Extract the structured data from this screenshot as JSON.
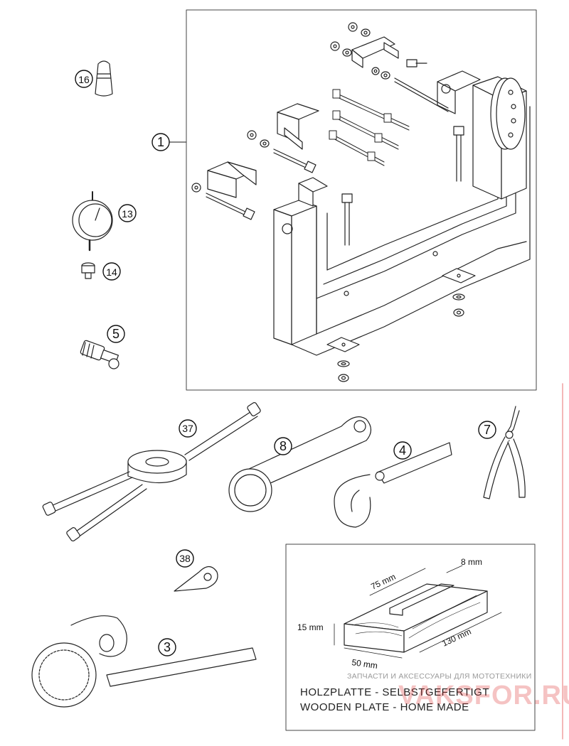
{
  "callouts": {
    "c1": "1",
    "c3": "3",
    "c4": "4",
    "c5": "5",
    "c7": "7",
    "c8": "8",
    "c13": "13",
    "c14": "14",
    "c16": "16",
    "c37": "37",
    "c38": "38"
  },
  "wooden_plate": {
    "dim_75": "75 mm",
    "dim_8": "8 mm",
    "dim_15": "15 mm",
    "dim_130": "130 mm",
    "dim_50": "50 mm",
    "caption_de": "HOLZPLATTE - SELBSTGEFERTIGT",
    "caption_en": "WOODEN PLATE - HOME MADE"
  },
  "watermark": {
    "tagline": "ЗАПЧАСТИ И АКСЕССУАРЫ ДЛЯ МОТОТЕХНИКИ",
    "brand": "VAKSFOR.RU",
    "color": "#dc2828"
  }
}
